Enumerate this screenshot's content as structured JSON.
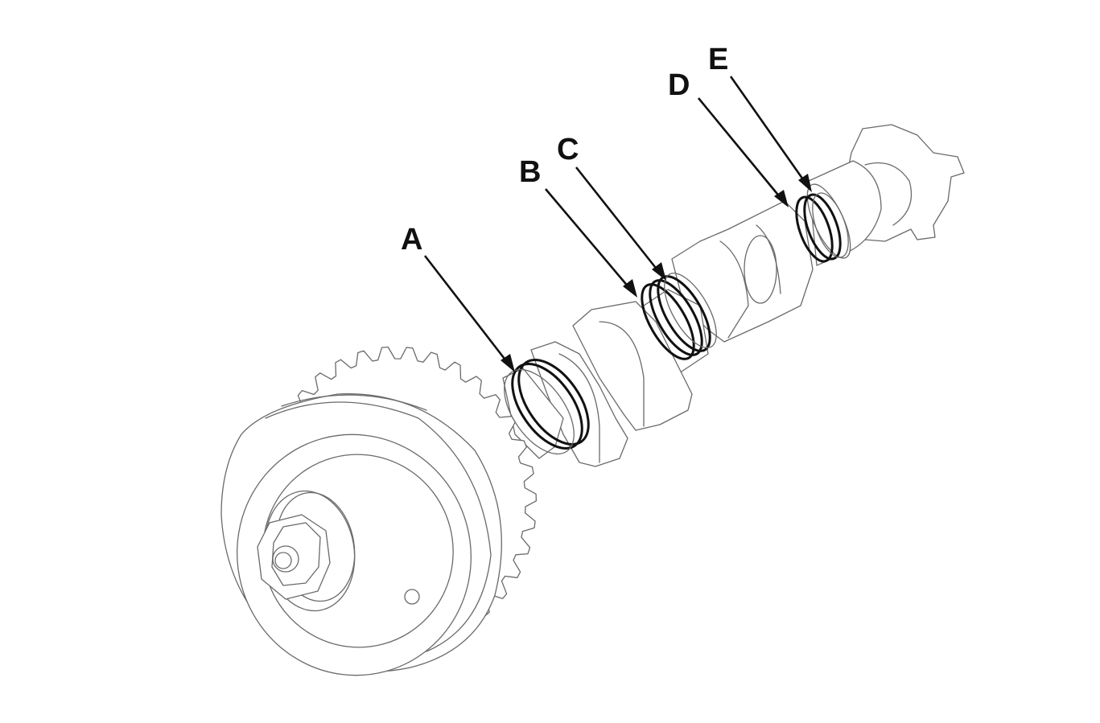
{
  "labels": [
    "A",
    "B",
    "C",
    "D",
    "E"
  ]
}
